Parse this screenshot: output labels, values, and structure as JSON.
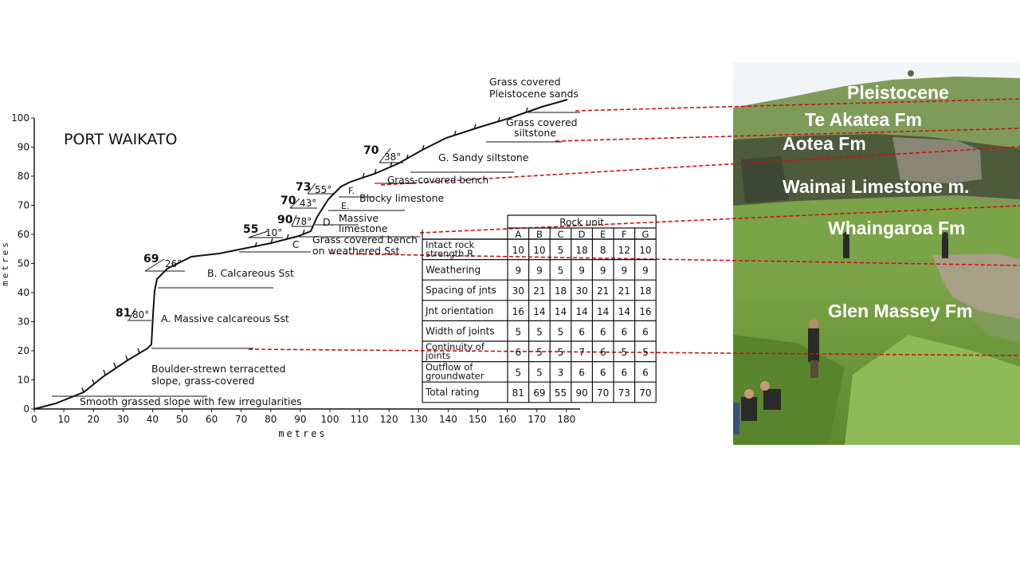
{
  "diagram": {
    "title": "PORT WAIKATO",
    "y_axis": {
      "label": "metres",
      "ticks": [
        "0",
        "10",
        "20",
        "30",
        "40",
        "50",
        "60",
        "70",
        "80",
        "90",
        "100"
      ]
    },
    "x_axis": {
      "label": "metres",
      "ticks": [
        "0",
        "10",
        "20",
        "30",
        "40",
        "50",
        "60",
        "70",
        "80",
        "90",
        "100",
        "110",
        "120",
        "130",
        "140",
        "150",
        "160",
        "170",
        "180"
      ]
    },
    "profile_labels": [
      "Smooth grassed slope with few irregularities",
      "Boulder-strewn terracetted",
      "slope, grass-covered",
      "A. Massive calcareous Sst",
      "B. Calcareous Sst",
      "Grass covered bench",
      "on weathered Sst",
      "D.",
      "Massive",
      "limestone",
      "E.",
      "F.",
      "Blocky limestone",
      "Grass-covered bench",
      "G. Sandy siltstone",
      "Grass covered",
      "siltstone",
      "Grass covered",
      "Pleistocene sands"
    ],
    "unit_c_label": "C",
    "dips": [
      {
        "strike": "81",
        "dip": "80°"
      },
      {
        "strike": "69",
        "dip": "26°"
      },
      {
        "strike": "55",
        "dip": "10°"
      },
      {
        "strike": "90",
        "dip": "78°"
      },
      {
        "strike": "70",
        "dip": "43°"
      },
      {
        "strike": "73",
        "dip": "55°"
      },
      {
        "strike": "70",
        "dip": "38°"
      }
    ]
  },
  "rock_table": {
    "header": "Rock unit",
    "units": [
      "A",
      "B",
      "C",
      "D",
      "E",
      "F",
      "G"
    ],
    "rows": [
      {
        "label": [
          "Intact rock",
          "strength R"
        ],
        "values": [
          "10",
          "10",
          "5",
          "18",
          "8",
          "12",
          "10"
        ]
      },
      {
        "label": [
          "Weathering"
        ],
        "values": [
          "9",
          "9",
          "5",
          "9",
          "9",
          "9",
          "9"
        ]
      },
      {
        "label": [
          "Spacing of jnts"
        ],
        "values": [
          "30",
          "21",
          "18",
          "30",
          "21",
          "21",
          "18"
        ]
      },
      {
        "label": [
          "Jnt orientation"
        ],
        "values": [
          "16",
          "14",
          "14",
          "14",
          "14",
          "14",
          "16"
        ]
      },
      {
        "label": [
          "Width of joints"
        ],
        "values": [
          "5",
          "5",
          "5",
          "6",
          "6",
          "6",
          "6"
        ]
      },
      {
        "label": [
          "Continuity of",
          "joints"
        ],
        "values": [
          "6",
          "5",
          "5",
          "7",
          "6",
          "5",
          "5"
        ]
      },
      {
        "label": [
          "Outflow of",
          "groundwater"
        ],
        "values": [
          "5",
          "5",
          "3",
          "6",
          "6",
          "6",
          "6"
        ]
      },
      {
        "label": [
          "Total rating"
        ],
        "values": [
          "81",
          "69",
          "55",
          "90",
          "70",
          "73",
          "70"
        ]
      }
    ]
  },
  "photo": {
    "formations": [
      "Pleistocene",
      "Te Akatea Fm",
      "Aotea Fm",
      "Waimai Limestone m.",
      "Whaingaroa Fm",
      "Glen Massey Fm"
    ]
  },
  "colors": {
    "correlation_line": "#cc1111",
    "grass": "#6f9a3c",
    "sky": "#e6edf2"
  }
}
